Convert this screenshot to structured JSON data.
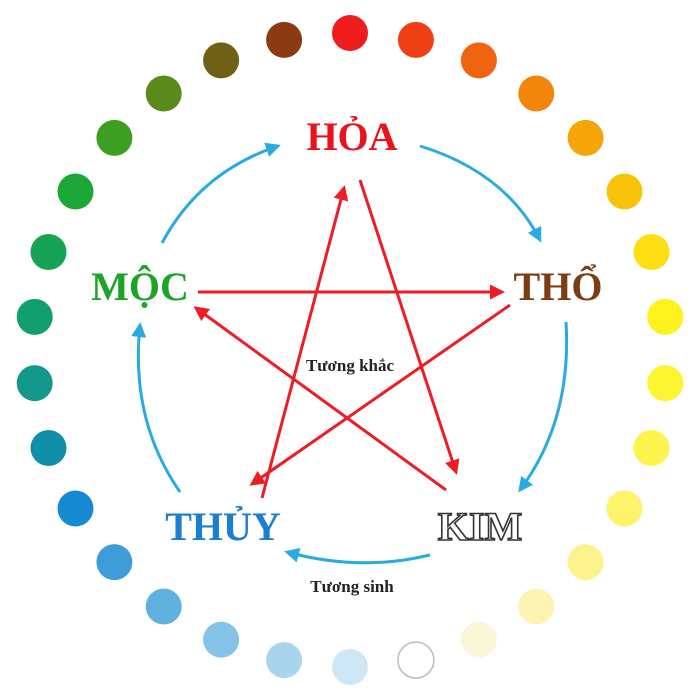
{
  "elements": [
    {
      "key": "hoa",
      "label": "HỎA",
      "color": "#e8141c"
    },
    {
      "key": "tho",
      "label": "THỔ",
      "color": "#7a3d14"
    },
    {
      "key": "kim",
      "label": "KIM",
      "color": "#ffffff",
      "stroke": "#333333"
    },
    {
      "key": "thuy",
      "label": "THỦY",
      "color": "#1a7fd0"
    },
    {
      "key": "moc",
      "label": "MỘC",
      "color": "#1aa528"
    }
  ],
  "labels": {
    "tuong_khac": "Tương khắc",
    "tuong_sinh": "Tương sinh"
  },
  "colors": {
    "generating_arrow": "#29abe2",
    "overcoming_arrow": "#ee1c24"
  },
  "dot_ring": {
    "count": 30,
    "colors": [
      "#ee1c1c",
      "#ef3f14",
      "#f06410",
      "#f2850c",
      "#f5a40a",
      "#f8c40a",
      "#fbdf10",
      "#fdf21c",
      "#fef532",
      "#fef44e",
      "#fef46c",
      "#fdf38e",
      "#fdf4b4",
      "#fbf6d8",
      "#ffffff",
      "#cfe7f5",
      "#a9d4ee",
      "#86c3e8",
      "#60b0e0",
      "#3d9dd8",
      "#168ad0",
      "#128fa8",
      "#12998c",
      "#139e70",
      "#16a355",
      "#1ba836",
      "#3e9e22",
      "#5a8a1a",
      "#6e6014",
      "#8b3a12"
    ]
  }
}
